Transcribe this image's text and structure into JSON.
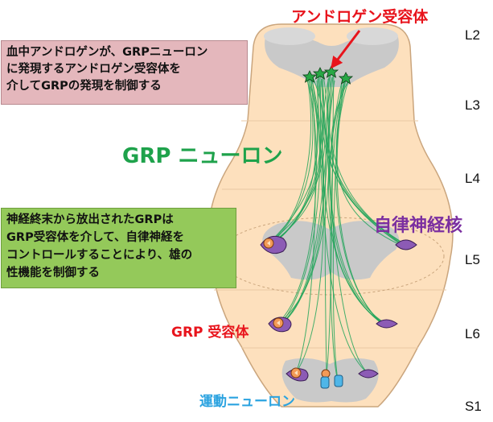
{
  "labels": {
    "androgen_receptor": "アンドロゲン受容体",
    "grp_neuron": "GRP ニューロン",
    "autonomic_nucleus": "自律神経核",
    "grp_receptor": "GRP 受容体",
    "motor_neuron": "運動ニューロン"
  },
  "levels": [
    "L2",
    "L3",
    "L4",
    "L5",
    "L6",
    "S1"
  ],
  "box_top": {
    "lines": [
      "血中アンドロゲンが、GRPニューロン",
      "に発現するアンドロゲン受容体を",
      "介してGRPの発現を制御する"
    ]
  },
  "box_bottom": {
    "lines": [
      "神経終末から放出されたGRPは",
      "GRP受容体を介して、自律神経を",
      "コントロールすることにより、雄の",
      "性機能を制御する"
    ]
  },
  "colors": {
    "cord_fill": "#fde0bd",
    "cord_stroke": "#caa57d",
    "gray_matter": "#c9c9c9",
    "fiber": "#22a55a",
    "androgen_label": "#e8141c",
    "grp_neuron_label": "#1ea24b",
    "autonomic_label": "#7b2fa0",
    "grp_receptor_label": "#e8141c",
    "motor_label": "#2ba3e0",
    "box_top_fill": "#e4b7bc",
    "box_bottom_fill": "#94c95a",
    "neuron_purple": "#8c5bb5",
    "receptor_orange": "#f39a56",
    "motor_blue": "#4fb6e8"
  }
}
